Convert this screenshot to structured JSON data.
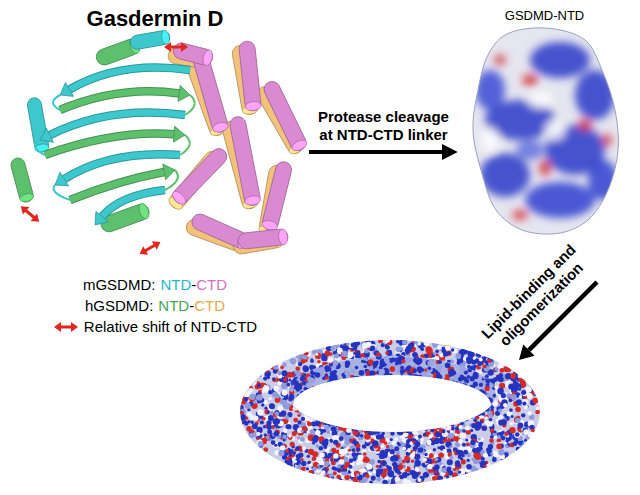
{
  "diagram": {
    "nodes": [
      {
        "text": [
          "Gasdermin D"
        ]
      },
      {
        "text": [
          "GSDMD-NTD"
        ]
      }
    ],
    "edges": [
      {
        "from": 0,
        "to": 1,
        "arrow": "to",
        "label": "Protease cleavage at NTD-CTD linker"
      }
    ],
    "labels": [
      "Lipid-binding and oligomerization",
      "mGSDMD:",
      "NTD",
      "-",
      "CTD",
      "hGSDMD:",
      "NTD",
      "-",
      "CTD"
    ],
    "legend": [
      {
        "text": "Relative shift of NTD-CTD"
      }
    ]
  }
}
